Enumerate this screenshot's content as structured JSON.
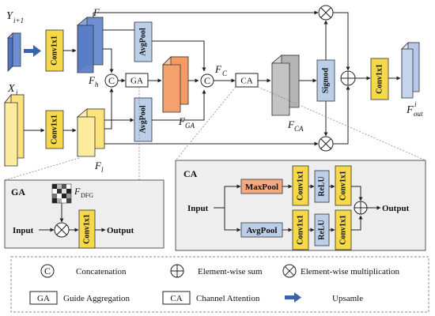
{
  "colors": {
    "yellow_block": "#fbe27a",
    "yellow_front": "#fdeeb0",
    "blue_block": "#6f8fd4",
    "blue_light": "#b8c8ea",
    "orange_block": "#f39b62",
    "gray_block": "#b4b4b4",
    "conv_yellow": "#f5d94a",
    "pool_blue": "#bccfe8",
    "maxpool_orange": "#f3a982",
    "panel_gray": "#eeeeee",
    "upsample_arrow": "#3a63a8"
  },
  "main": {
    "y_label": "Y",
    "y_sub": "i+1",
    "x_label": "X",
    "x_sub": "i",
    "conv_top": "Conv1x1",
    "conv_bottom": "Conv1x1",
    "conv_out": "Conv1x1",
    "avgpool_top": "AvgPool",
    "avgpool_bottom": "AvgPool",
    "fh": "F",
    "fh_sub": "h",
    "fl": "F",
    "fl_sub": "l",
    "ga_box": "GA",
    "fga": "F",
    "fga_sub": "GA",
    "fc": "F",
    "fc_sub": "C",
    "ca_box": "CA",
    "fca": "F",
    "fca_sub": "CA",
    "sigmoid": "Sigmod",
    "fout": "F",
    "fout_sup": "i",
    "fout_sub": "out",
    "concat_symbol": "C"
  },
  "ga_panel": {
    "title": "GA",
    "fdfg": "F",
    "fdfg_sub": "DFG",
    "input": "Input",
    "conv": "Conv1x1",
    "output": "Output"
  },
  "ca_panel": {
    "title": "CA",
    "input": "Input",
    "maxpool": "MaxPool",
    "avgpool": "AvgPool",
    "conv1": "Conv1x1",
    "relu": "ReLU",
    "conv2": "Conv1x1",
    "output": "Output"
  },
  "legend": {
    "concat_symbol": "C",
    "concatenation": "Concatenation",
    "elementwise_sum": "Element-wise sum",
    "elementwise_mult": "Element-wise multiplication",
    "ga_abbr": "GA",
    "ga_full": "Guide Aggregation",
    "ca_abbr": "CA",
    "ca_full": "Channel Attention",
    "upsample": "Upsamle"
  }
}
